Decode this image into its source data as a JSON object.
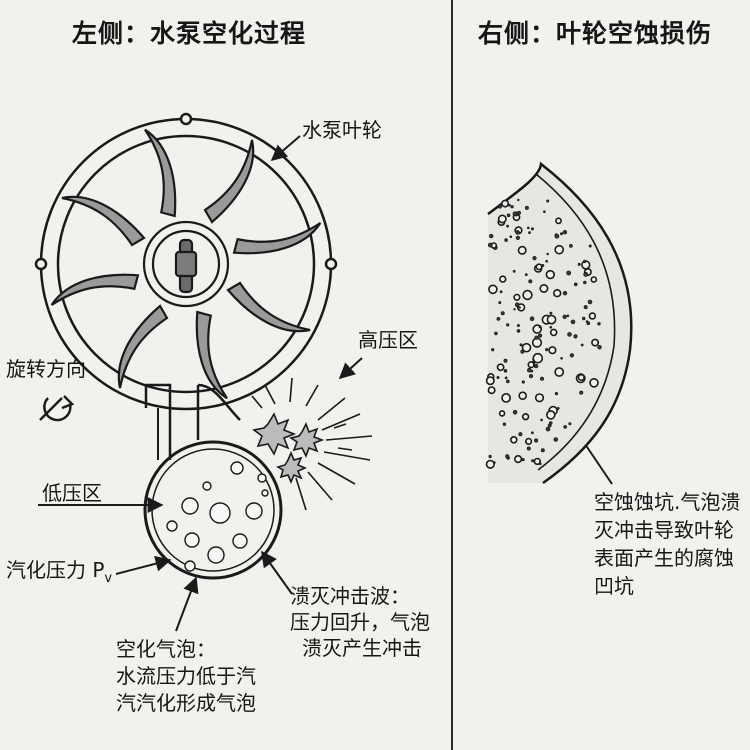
{
  "left_panel": {
    "title": "左侧：水泵空化过程",
    "labels": {
      "impeller": "水泵叶轮",
      "high_pressure": "高压区",
      "rotation": "旋转方向",
      "low_pressure": "低压区",
      "vapor_pressure_prefix": "汽化压力 P",
      "vapor_pressure_sub": "v",
      "collapse_line1": "溃灭冲击波：",
      "collapse_line2": "压力回升，气泡",
      "collapse_line3": "溃灭产生冲击",
      "bubble_line1": "空化气泡：",
      "bubble_line2": "水流压力低于汽",
      "bubble_line3": "汽汽化形成气泡"
    }
  },
  "right_panel": {
    "title": "右侧：叶轮空蚀损伤",
    "labels": {
      "pit_line1": "空蚀蚀坑.气泡溃",
      "pit_line2": "灭冲击导致叶轮",
      "pit_line3": "表面产生的腐蚀",
      "pit_line4": "凹坑"
    }
  }
}
